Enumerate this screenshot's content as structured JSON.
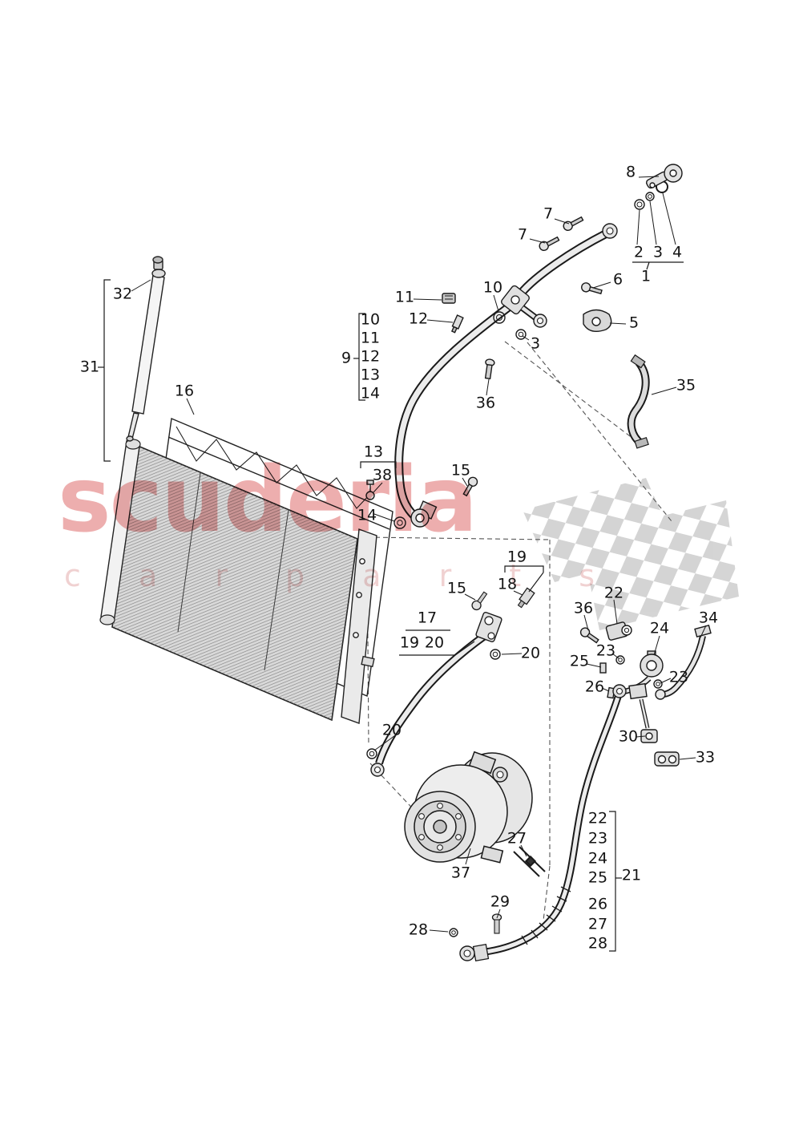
{
  "watermark": {
    "word": "scuderia",
    "sub": "c a r   p a r t s"
  },
  "callouts": {
    "n1": "1",
    "n2": "2",
    "n3a": "3",
    "n3b": "3",
    "n4": "4",
    "n5": "5",
    "n6": "6",
    "n7a": "7",
    "n7b": "7",
    "n8": "8",
    "n9": "9",
    "n10a": "10",
    "n11a": "11",
    "n12a": "12",
    "l10": "10",
    "l11": "11",
    "l12": "12",
    "l13": "13",
    "l14": "14",
    "n13b": "13",
    "n38": "38",
    "n14b": "14",
    "n15a": "15",
    "n15b": "15",
    "n16": "16",
    "n17": "17",
    "n18": "18",
    "n19a": "19",
    "n19b": "19",
    "n20a": "20",
    "n20b": "20",
    "n20c": "20",
    "n21": "21",
    "n22a": "22",
    "n23a": "23",
    "n23b": "23",
    "n24": "24",
    "n25a": "25",
    "n26a": "26",
    "n27a": "27",
    "n28a": "28",
    "n29": "29",
    "n30": "30",
    "n31": "31",
    "n32": "32",
    "n33": "33",
    "n34": "34",
    "n35": "35",
    "n36a": "36",
    "n36b": "36",
    "n37": "37",
    "r22": "22",
    "r23": "23",
    "r24": "24",
    "r25": "25",
    "r26": "26",
    "r27": "27",
    "r28": "28"
  }
}
